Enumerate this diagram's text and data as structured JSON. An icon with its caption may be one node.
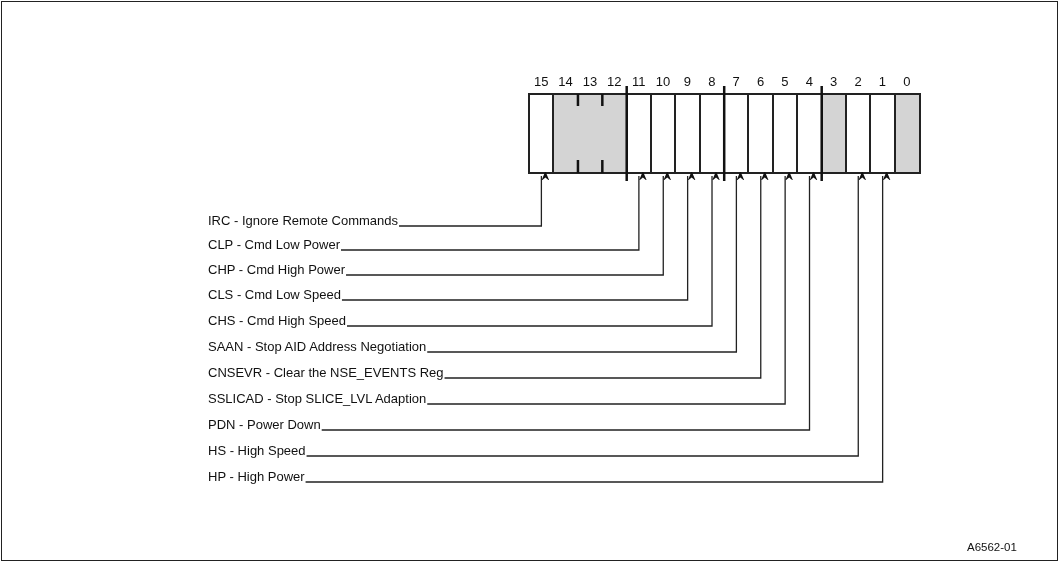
{
  "diagram": {
    "nodes": [
      {
        "text": [],
        "shape": "box"
      },
      {
        "text": [],
        "shape": "box"
      },
      {
        "text": [],
        "shape": "box"
      },
      {
        "text": [],
        "shape": "box"
      },
      {
        "text": [],
        "shape": "box"
      },
      {
        "text": [],
        "shape": "box"
      },
      {
        "text": [],
        "shape": "box"
      },
      {
        "text": [],
        "shape": "box"
      },
      {
        "text": [],
        "shape": "box"
      },
      {
        "text": [],
        "shape": "box"
      },
      {
        "text": [],
        "shape": "box"
      },
      {
        "text": [],
        "shape": "box"
      },
      {
        "text": [],
        "shape": "box"
      },
      {
        "text": [],
        "shape": "box"
      },
      {
        "text": [
          "IRC - Ignore Remote Commands"
        ]
      },
      {
        "text": [
          "CLP - Cmd Low Power"
        ]
      },
      {
        "text": [
          "CHP - Cmd High Power"
        ]
      },
      {
        "text": [
          "CLS - Cmd Low Speed"
        ]
      },
      {
        "text": [
          "CHS - Cmd High Speed"
        ]
      },
      {
        "text": [
          "SAAN - Stop AID Address Negotiation"
        ]
      },
      {
        "text": [
          "CNSEVR - Clear the NSE_EVENTS Reg"
        ]
      },
      {
        "text": [
          "SSLICAD - Stop SLICE_LVL Adaption"
        ]
      },
      {
        "text": [
          "PDN - Power Down"
        ]
      },
      {
        "text": [
          "HS - High Speed"
        ]
      },
      {
        "text": [
          "HP - High Power"
        ]
      }
    ],
    "edges": [
      {
        "from": 14,
        "to": 0,
        "arrow": "to"
      },
      {
        "from": 15,
        "to": 2,
        "arrow": "to"
      },
      {
        "from": 16,
        "to": 3,
        "arrow": "to"
      },
      {
        "from": 17,
        "to": 4,
        "arrow": "to"
      },
      {
        "from": 18,
        "to": 5,
        "arrow": "to"
      },
      {
        "from": 19,
        "to": 6,
        "arrow": "to"
      },
      {
        "from": 20,
        "to": 7,
        "arrow": "to"
      },
      {
        "from": 21,
        "to": 8,
        "arrow": "to"
      },
      {
        "from": 22,
        "to": 9,
        "arrow": "to"
      },
      {
        "from": 23,
        "to": 11,
        "arrow": "to"
      },
      {
        "from": 24,
        "to": 12,
        "arrow": "to"
      }
    ],
    "labels": [
      "15",
      "14",
      "13",
      "12",
      "11",
      "10",
      "9",
      "8",
      "7",
      "6",
      "5",
      "4",
      "3",
      "2",
      "1",
      "0",
      "A6562-01"
    ]
  }
}
